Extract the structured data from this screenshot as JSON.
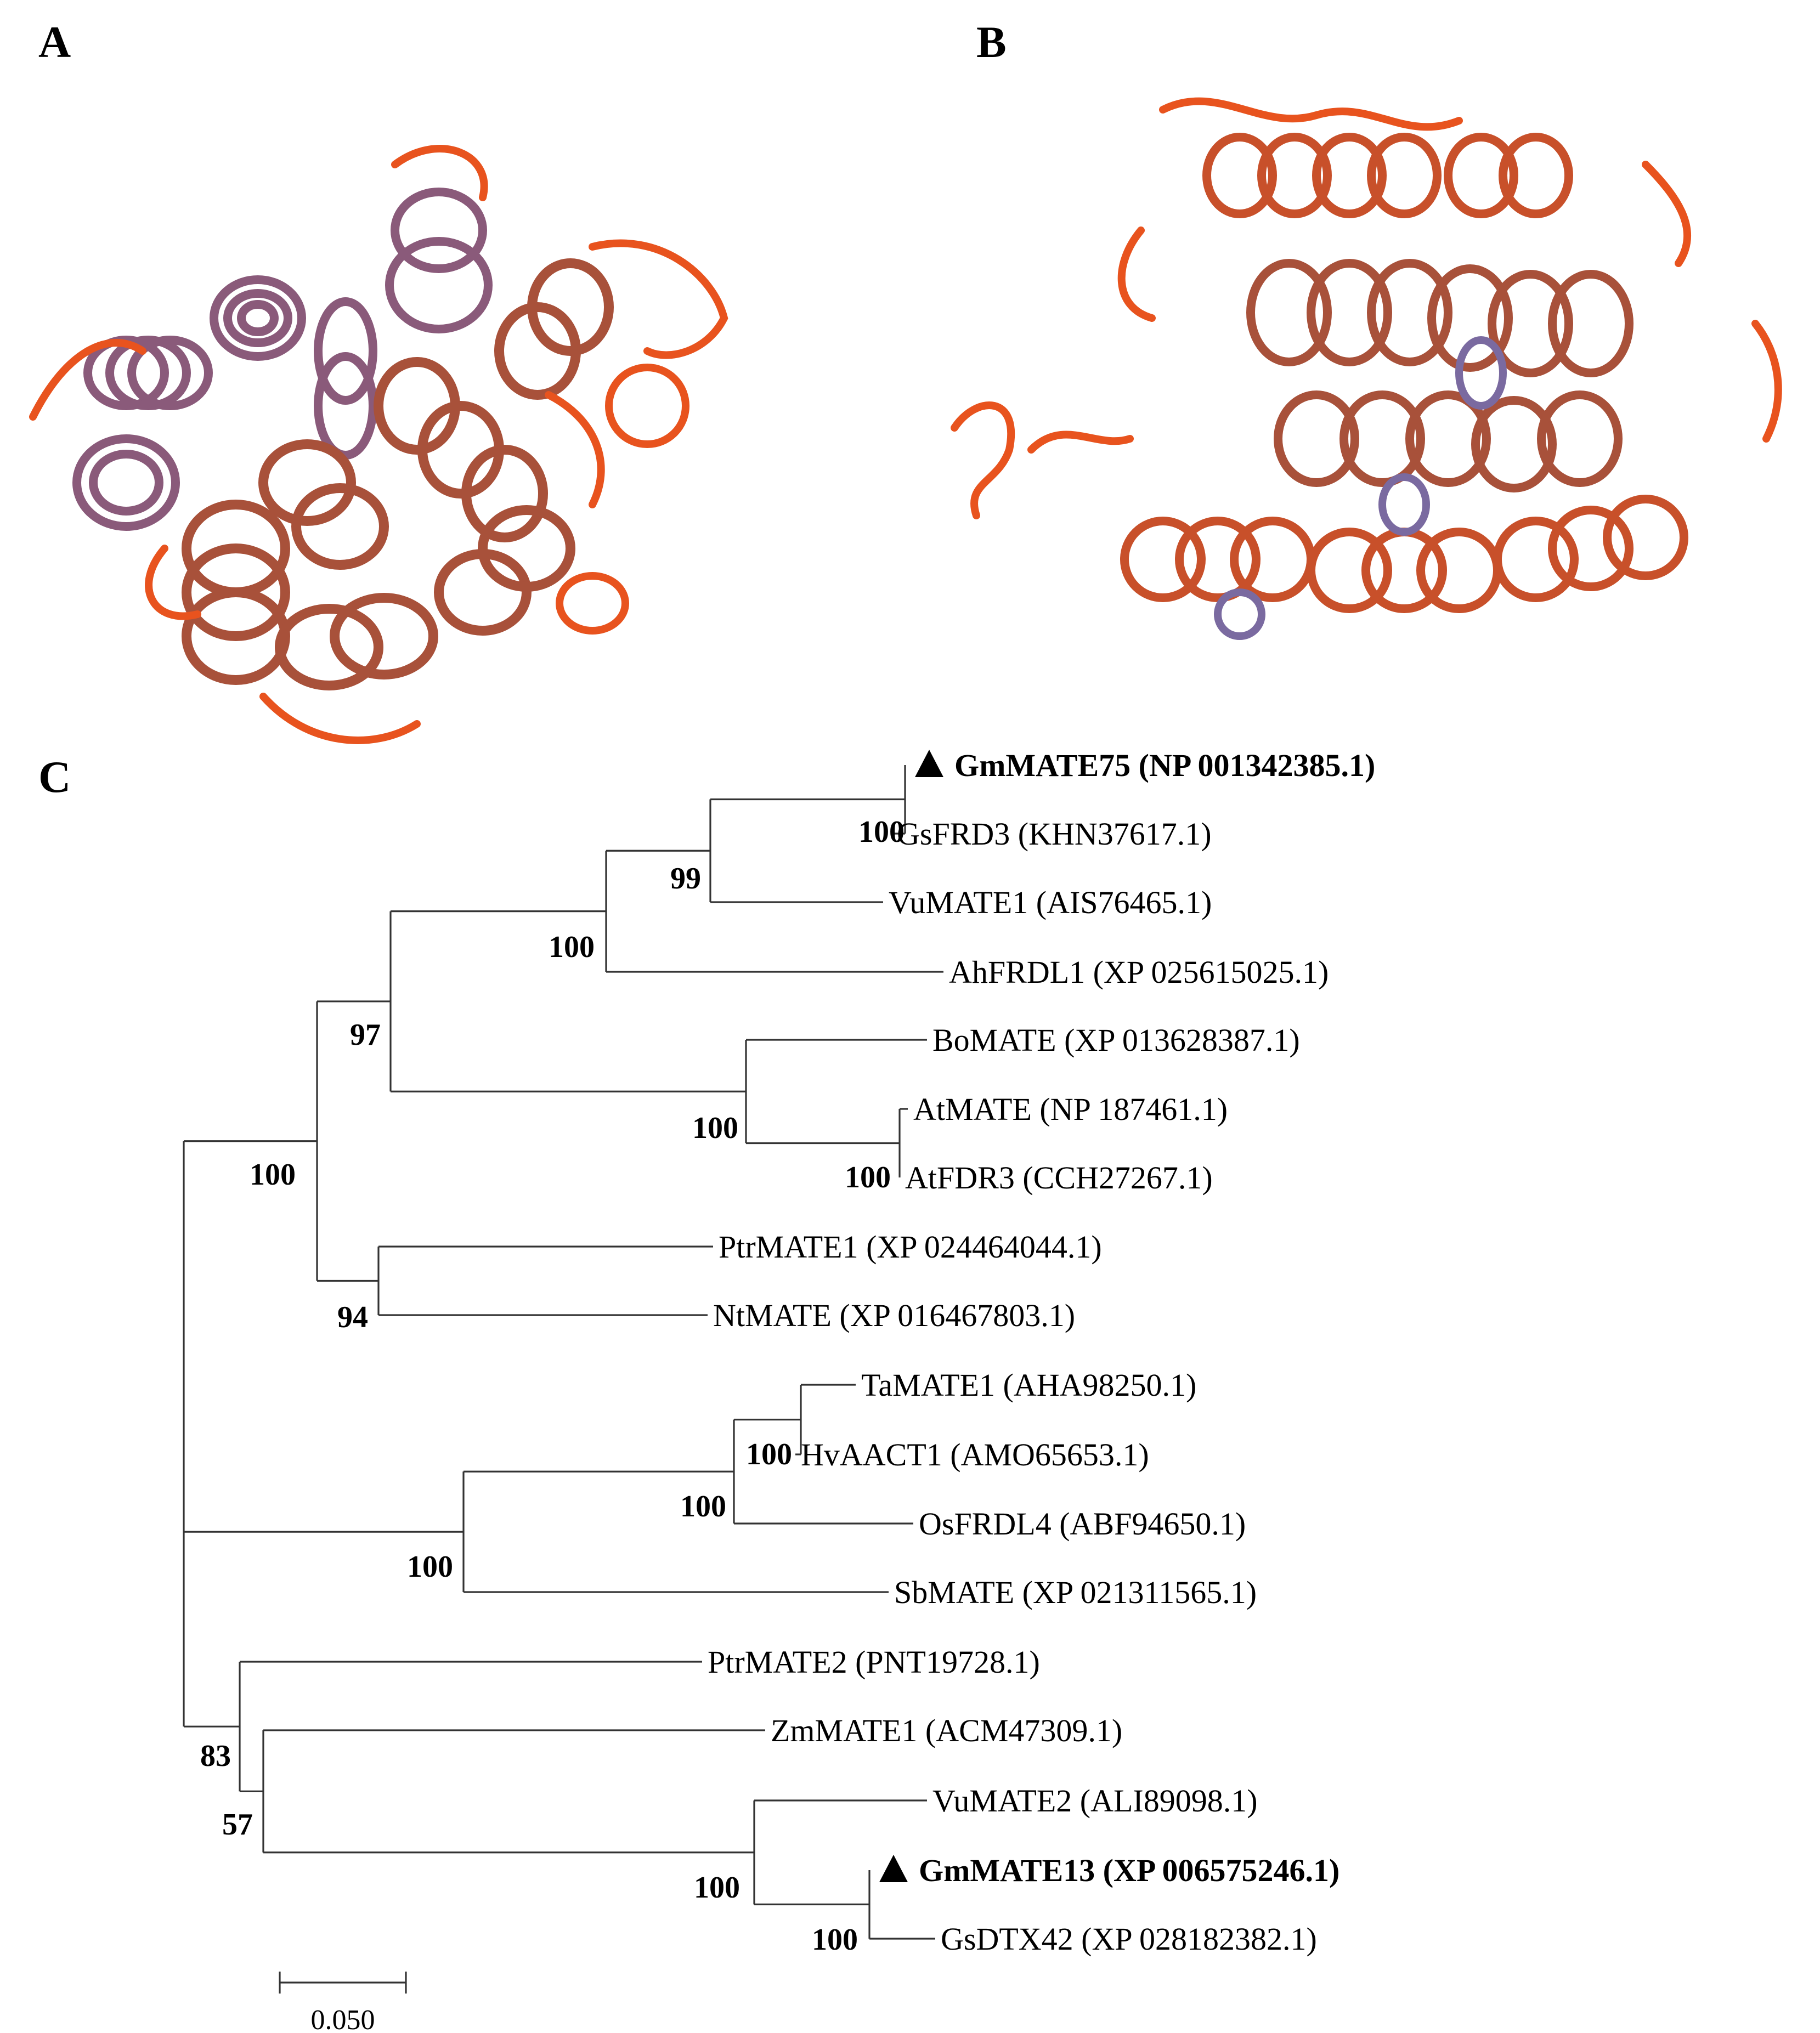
{
  "panels": {
    "a": "A",
    "b": "B",
    "c": "C"
  },
  "colors": {
    "helix_orange": "#e8531e",
    "helix_brown": "#a8513a",
    "helix_purple": "#7a6aa0",
    "line": "#333333"
  },
  "tree": {
    "taxa": [
      {
        "id": "gmmate75",
        "label": "GmMATE75 (NP 001342385.1)",
        "marked": true
      },
      {
        "id": "gsfrd3",
        "label": "GsFRD3 (KHN37617.1)",
        "marked": false
      },
      {
        "id": "vumate1",
        "label": "VuMATE1 (AIS76465.1)",
        "marked": false
      },
      {
        "id": "ahfrdl1",
        "label": "AhFRDL1 (XP 025615025.1)",
        "marked": false
      },
      {
        "id": "bomate",
        "label": "BoMATE (XP 013628387.1)",
        "marked": false
      },
      {
        "id": "atmate",
        "label": "AtMATE (NP 187461.1)",
        "marked": false
      },
      {
        "id": "atfdr3",
        "label": "AtFDR3 (CCH27267.1)",
        "marked": false
      },
      {
        "id": "ptrmate1",
        "label": "PtrMATE1 (XP 024464044.1)",
        "marked": false
      },
      {
        "id": "ntmate",
        "label": "NtMATE (XP 016467803.1)",
        "marked": false
      },
      {
        "id": "tamate1",
        "label": "TaMATE1 (AHA98250.1)",
        "marked": false
      },
      {
        "id": "hvaact1",
        "label": "HvAACT1 (AMO65653.1)",
        "marked": false
      },
      {
        "id": "osfrdl4",
        "label": "OsFRDL4 (ABF94650.1)",
        "marked": false
      },
      {
        "id": "sbmate",
        "label": "SbMATE (XP 021311565.1)",
        "marked": false
      },
      {
        "id": "ptrmate2",
        "label": "PtrMATE2 (PNT19728.1)",
        "marked": false
      },
      {
        "id": "zmmate1",
        "label": "ZmMATE1 (ACM47309.1)",
        "marked": false
      },
      {
        "id": "vumate2",
        "label": "VuMATE2 (ALI89098.1)",
        "marked": false
      },
      {
        "id": "gmmate13",
        "label": "GmMATE13 (XP 006575246.1)",
        "marked": true
      },
      {
        "id": "gsdtx42",
        "label": "GsDTX42 (XP 028182382.1)",
        "marked": false
      }
    ],
    "bootstrap": [
      "100",
      "99",
      "100",
      "97",
      "100",
      "100",
      "100",
      "94",
      "100",
      "100",
      "100",
      "83",
      "57",
      "100",
      "100"
    ],
    "scale_label": "0.050"
  }
}
